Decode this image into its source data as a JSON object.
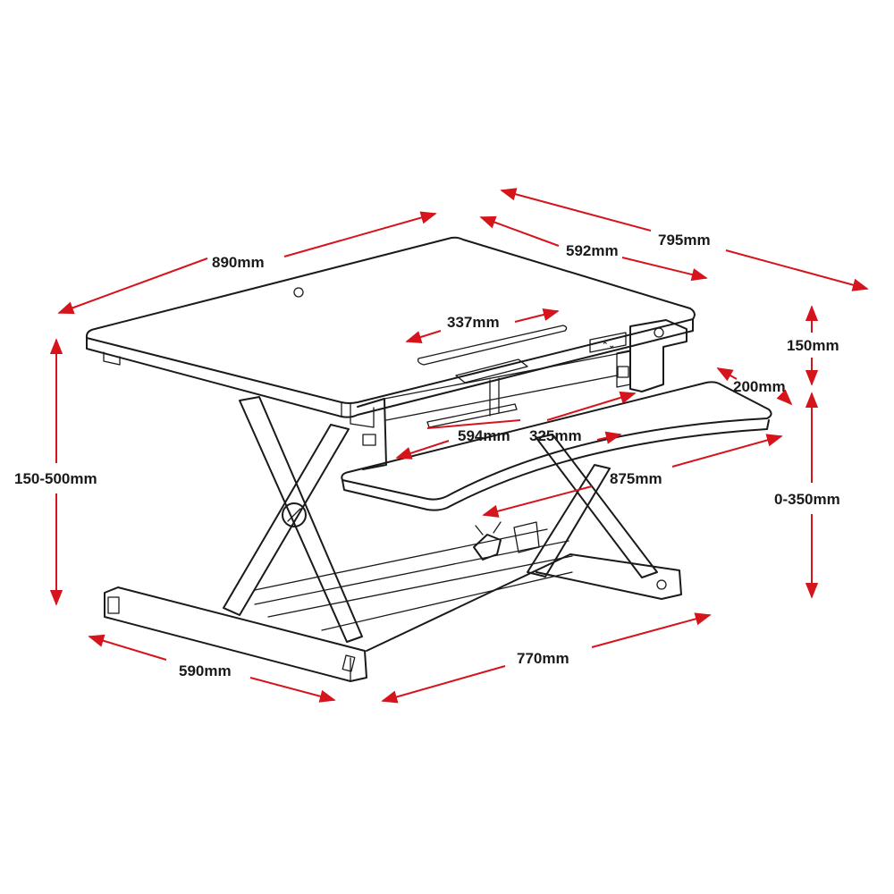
{
  "colors": {
    "drawing": "#1a1a1a",
    "dimension": "#d6141c"
  },
  "dimensions": {
    "desktop_width": "890mm",
    "desktop_depth": "592mm",
    "overall_depth": "795mm",
    "slot_width": "337mm",
    "desk_clearance": "150mm",
    "keyboard_offset": "200mm",
    "frame_width": "594mm",
    "keyboard_depth": "325mm",
    "keyboard_width": "875mm",
    "height_range": "150-500mm",
    "keyboard_drop": "0-350mm",
    "base_depth": "590mm",
    "base_width": "770mm"
  }
}
